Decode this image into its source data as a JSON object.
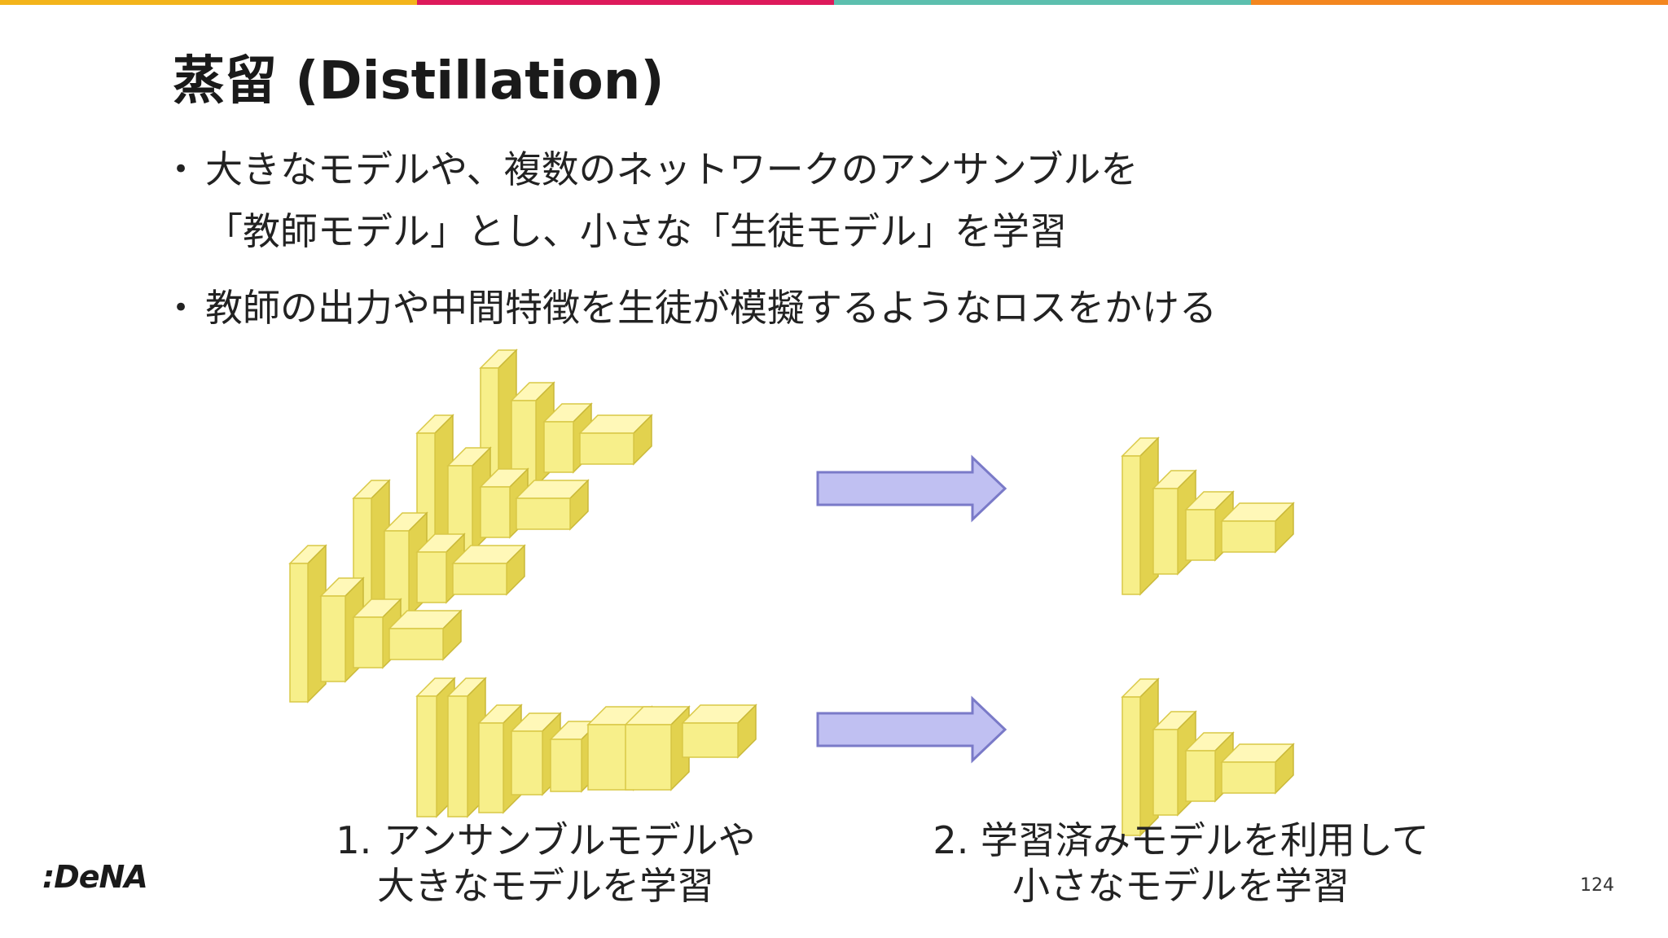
{
  "topbar_colors": [
    "#f3b41b",
    "#dd1a5b",
    "#5cbfae",
    "#f3861f"
  ],
  "title": "蒸留 (Distillation)",
  "bullets": [
    {
      "lines": [
        "大きなモデルや、複数のネットワークのアンサンブルを",
        "「教師モデル」とし、小さな「生徒モデル」を学習"
      ]
    },
    {
      "lines": [
        "教師の出力や中間特徴を生徒が模擬するようなロスをかける"
      ]
    }
  ],
  "bullet_symbol": "•",
  "captions": [
    {
      "lines": [
        "1. アンサンブルモデルや",
        "大きなモデルを学習"
      ]
    },
    {
      "lines": [
        "2. 学習済みモデルを利用して",
        "小さなモデルを学習"
      ]
    }
  ],
  "logo": ":DeNA",
  "page_number": "124",
  "colors": {
    "block_face": "#f7ef8a",
    "block_top": "#fff8b8",
    "block_side": "#e2d24e",
    "arrow_fill": "#c0c0f2",
    "arrow_stroke": "#7a7ac8"
  }
}
